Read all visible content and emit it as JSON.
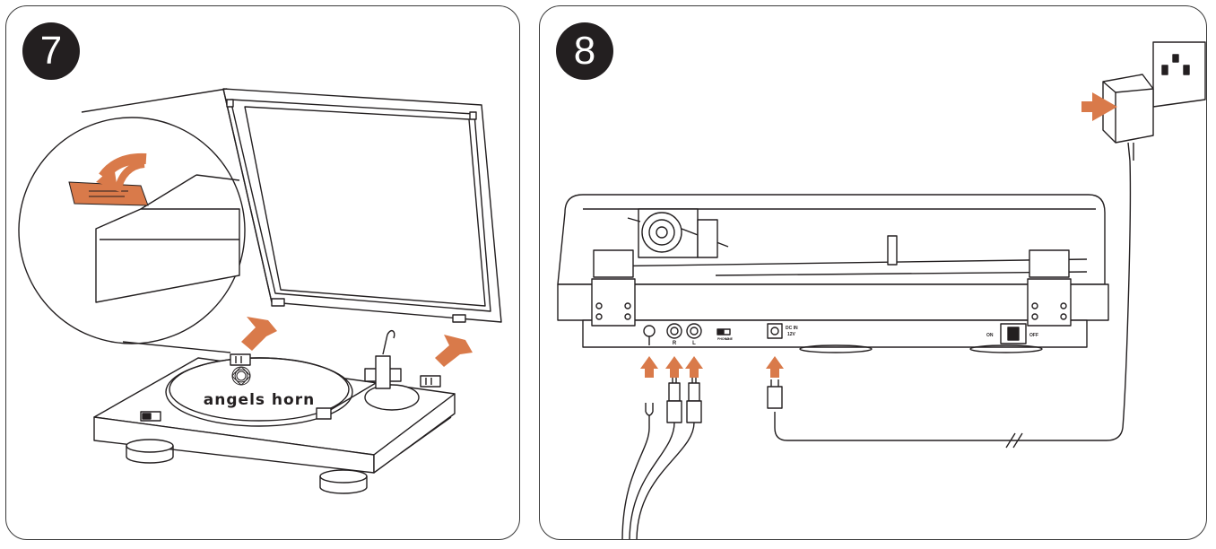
{
  "steps": [
    {
      "number": "7",
      "brand": "angels horn"
    },
    {
      "number": "8",
      "jack_labels": {
        "r": "R",
        "l": "L"
      },
      "dc_label_1": "DC IN",
      "dc_label_2": "12V",
      "phono_label": "PHONO",
      "line_label": "LINE",
      "switch_on": "ON",
      "switch_off": "OFF"
    }
  ],
  "colors": {
    "arrow": "#d97a4a",
    "line": "#231f20",
    "accent_light": "#f2c29b"
  }
}
